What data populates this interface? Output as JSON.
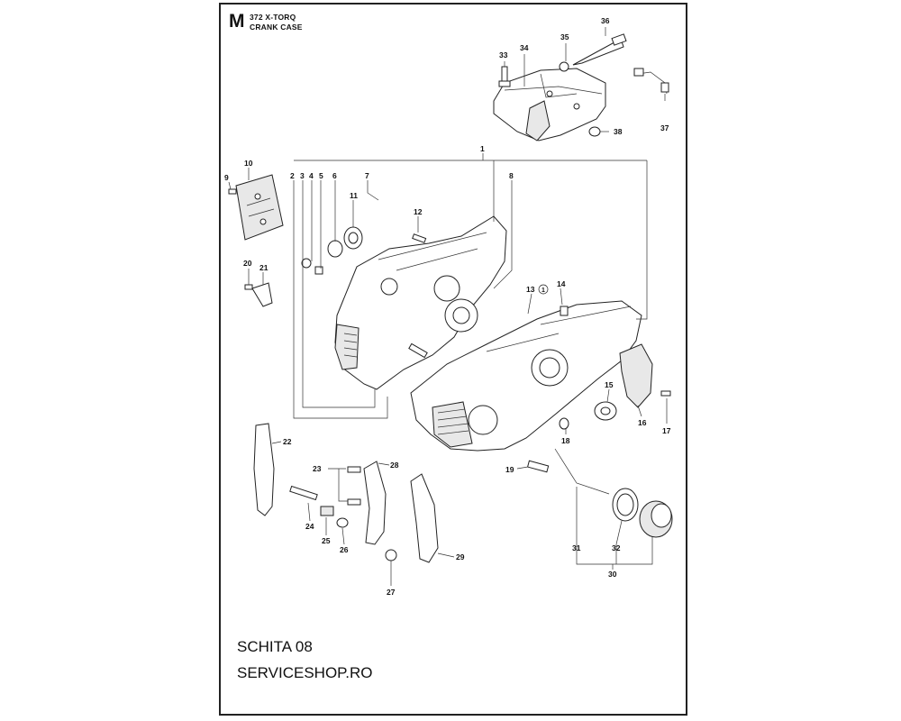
{
  "header": {
    "section_letter": "M",
    "model": "372 X-TORQ",
    "title": "CRANK CASE"
  },
  "footer": {
    "line1": "SCHITA 08",
    "line2": "SERVICESHOP.RO"
  },
  "callouts": {
    "c1": "1",
    "c2": "2",
    "c3": "3",
    "c4": "4",
    "c5": "5",
    "c6": "6",
    "c7": "7",
    "c8": "8",
    "c9": "9",
    "c10": "10",
    "c11": "11",
    "c12": "12",
    "c13": "13",
    "c14": "14",
    "c15": "15",
    "c16": "16",
    "c17": "17",
    "c18": "18",
    "c19": "19",
    "c20": "20",
    "c21": "21",
    "c22": "22",
    "c23": "23",
    "c24": "24",
    "c25": "25",
    "c26": "26",
    "c27": "27",
    "c28": "28",
    "c29": "29",
    "c30": "30",
    "c31": "31",
    "c32": "32",
    "c33": "33",
    "c34": "34",
    "c35": "35",
    "c36": "36",
    "c37": "37",
    "c38": "38",
    "note13": "1"
  }
}
